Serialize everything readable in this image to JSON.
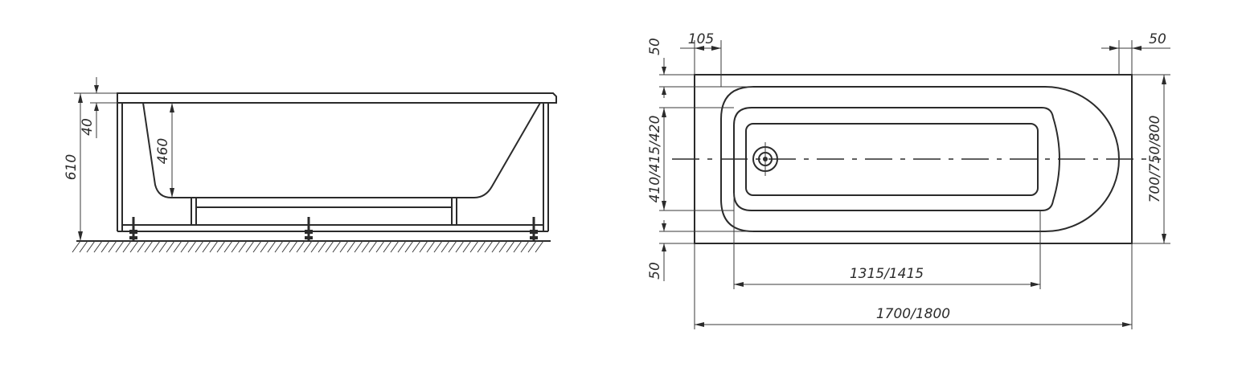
{
  "side_view": {
    "dimensions": {
      "overall_height": "610",
      "rim_thickness": "40",
      "inner_depth": "460"
    }
  },
  "top_view": {
    "dimensions": {
      "drain_offset": "105",
      "end_rim_width": "50",
      "top_rim_width": "50",
      "bottom_rim_width": "50",
      "inner_width": "410/415/420",
      "outer_width": "700/750/800",
      "inner_length": "1315/1415",
      "outer_length": "1700/1800"
    }
  }
}
